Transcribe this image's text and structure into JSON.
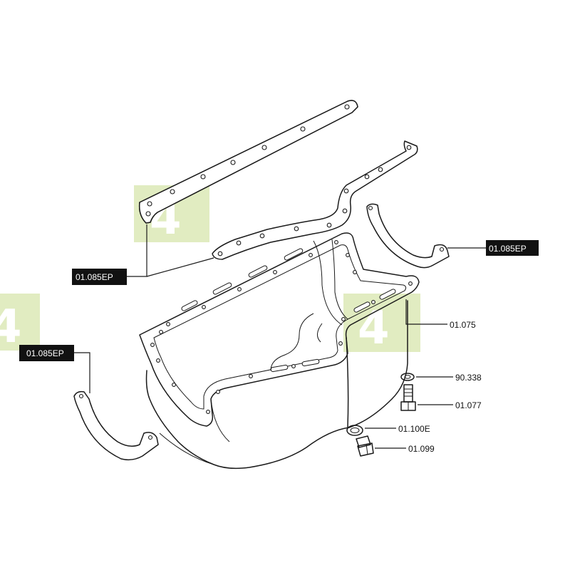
{
  "labels": {
    "gasket_left": "01.085EP",
    "seal_right": "01.085EP",
    "seal_left": "01.085EP",
    "oil_pan": "01.075",
    "washer": "90.338",
    "bolt": "01.077",
    "drain_washer": "01.100E",
    "drain_plug": "01.099"
  },
  "watermark": "4",
  "colors": {
    "ink": "#1a1a1a",
    "label_bg": "#111111",
    "watermark": "#c9dc8e"
  }
}
